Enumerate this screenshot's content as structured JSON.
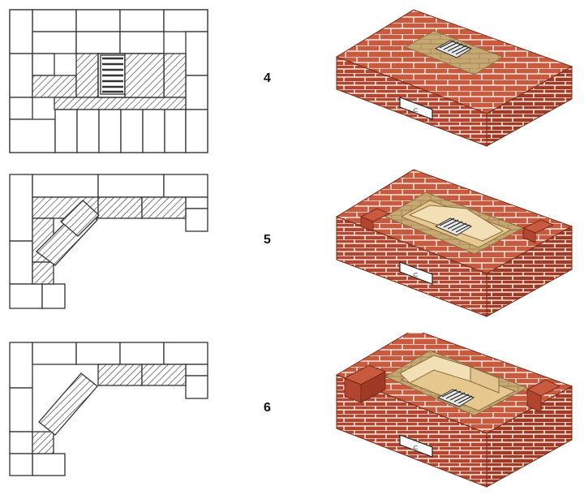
{
  "rows": [
    {
      "label": "4"
    },
    {
      "label": "5"
    },
    {
      "label": "6"
    }
  ],
  "colors": {
    "brick_top": "#c75a3f",
    "brick_left": "#b24530",
    "brick_right": "#9e3a26",
    "mortar": "#f4e6dc",
    "firebrick": "#ebd3a4",
    "firebrick_dark": "#c7a873",
    "hatch_fill": "#ffffff",
    "line": "#333333"
  }
}
